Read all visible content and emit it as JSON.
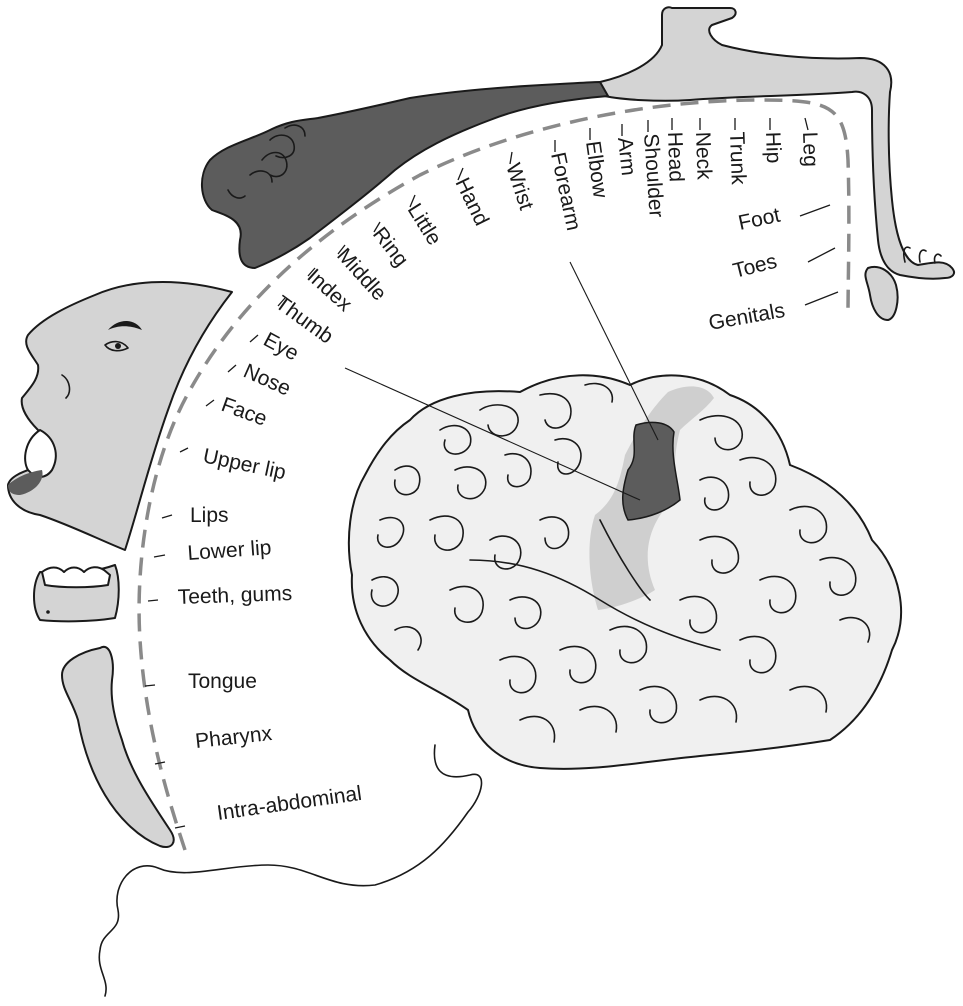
{
  "labels": {
    "leg": "Leg",
    "hip": "Hip",
    "trunk": "Trunk",
    "neck": "Neck",
    "head": "Head",
    "shoulder": "Shoulder",
    "arm": "Arm",
    "elbow": "Elbow",
    "forearm": "Forearm",
    "wrist": "Wrist",
    "hand": "Hand",
    "little": "Little",
    "ring": "Ring",
    "middle": "Middle",
    "index": "Index",
    "thumb": "Thumb",
    "eye": "Eye",
    "nose": "Nose",
    "face": "Face",
    "upper_lip": "Upper lip",
    "lips": "Lips",
    "lower_lip": "Lower lip",
    "teeth_gums": "Teeth, gums",
    "tongue": "Tongue",
    "pharynx": "Pharynx",
    "intra_abdominal": "Intra-abdominal",
    "foot": "Foot",
    "toes": "Toes",
    "genitals": "Genitals"
  },
  "colors": {
    "body_light": "#d4d4d4",
    "body_dark": "#5c5c5c",
    "brain": "#f0f0f0",
    "strip_light": "#cfcfcf",
    "strip_dark": "#5c5c5c",
    "dashed_arc": "#8a8a8a",
    "ink": "#1a1a1a"
  }
}
